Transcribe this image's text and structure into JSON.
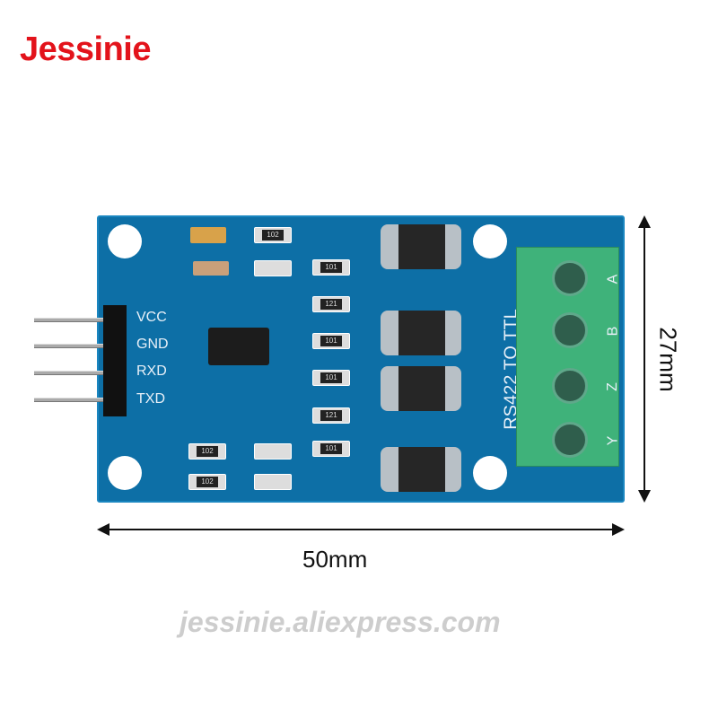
{
  "brand": {
    "logo": "Jessinie",
    "color": "#e3131b"
  },
  "board": {
    "color": "#0d6fa6",
    "title": "RS422 TO TTL",
    "pin_labels": [
      "VCC",
      "GND",
      "RXD",
      "TXD"
    ],
    "terminal_labels": [
      "A",
      "B",
      "Z",
      "Y"
    ],
    "resistor_codes": [
      "101",
      "121",
      "101",
      "101",
      "121",
      "101"
    ],
    "left_codes": [
      "102",
      "102",
      "102"
    ],
    "terminal_color": "#3fb27a"
  },
  "watermark": "jessinie.aliexpress.com",
  "dimensions": {
    "width": "50mm",
    "height": "27mm"
  }
}
